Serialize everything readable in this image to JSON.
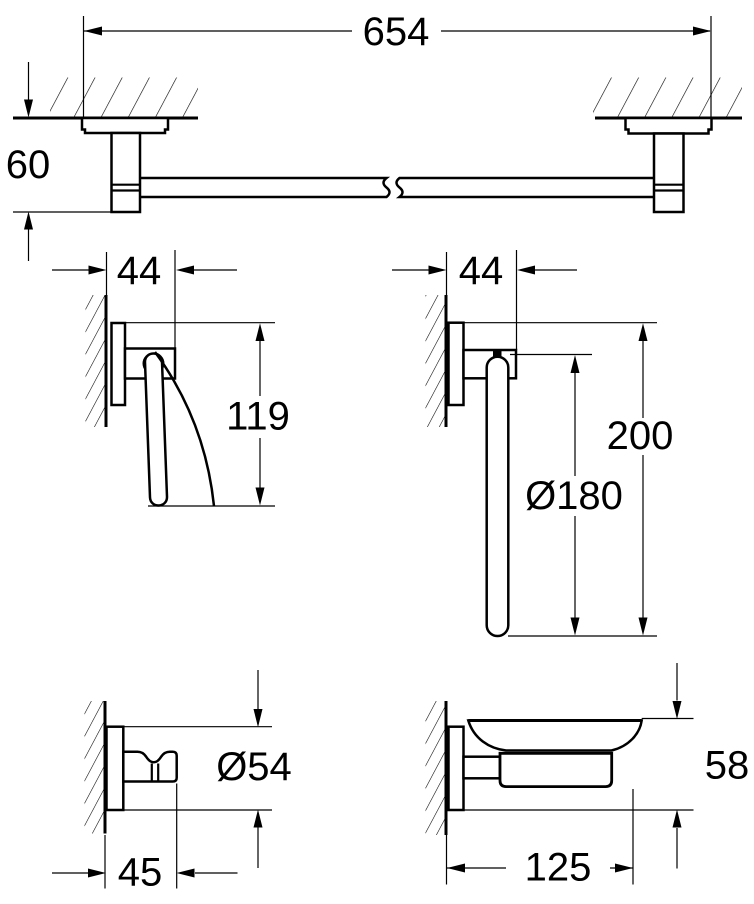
{
  "figures": {
    "towel_bar": {
      "length": "654",
      "height": "60"
    },
    "paper_holder": {
      "depth": "44",
      "height": "119"
    },
    "towel_ring": {
      "depth": "44",
      "height": "200",
      "ring_diameter": "Ø180"
    },
    "robe_hook": {
      "plate_diameter": "Ø54",
      "projection": "45"
    },
    "soap_dish": {
      "height": "58",
      "projection": "125"
    }
  },
  "colors": {
    "line": "#000000",
    "background": "#ffffff"
  }
}
